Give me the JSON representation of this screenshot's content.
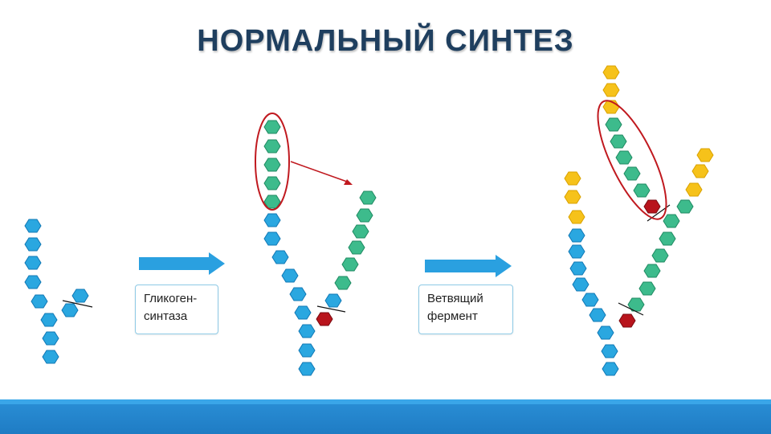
{
  "title": "НОРМАЛЬНЫЙ СИНТЕЗ",
  "colors": {
    "glucose_blue": "#2aa7e0",
    "glucose_blue_stroke": "#1178b5",
    "new_green": "#3dbb8c",
    "new_green_stroke": "#1f8a62",
    "branch_yellow": "#f6c21a",
    "branch_yellow_stroke": "#d9a100",
    "branch_point_red": "#b8141c",
    "arrow_blue": "#2aa0e0",
    "highlight_red": "#c0191f",
    "title_color": "#1f3f5f"
  },
  "enzyme_labels": {
    "glycogen_synthase": [
      "Гликоген-",
      "синтаза"
    ],
    "branching_enzyme": [
      "Ветвящий",
      "фермент"
    ]
  },
  "icons": [
    "hexagon-glucose",
    "process-arrow",
    "cut-mark",
    "highlight-ellipse"
  ]
}
